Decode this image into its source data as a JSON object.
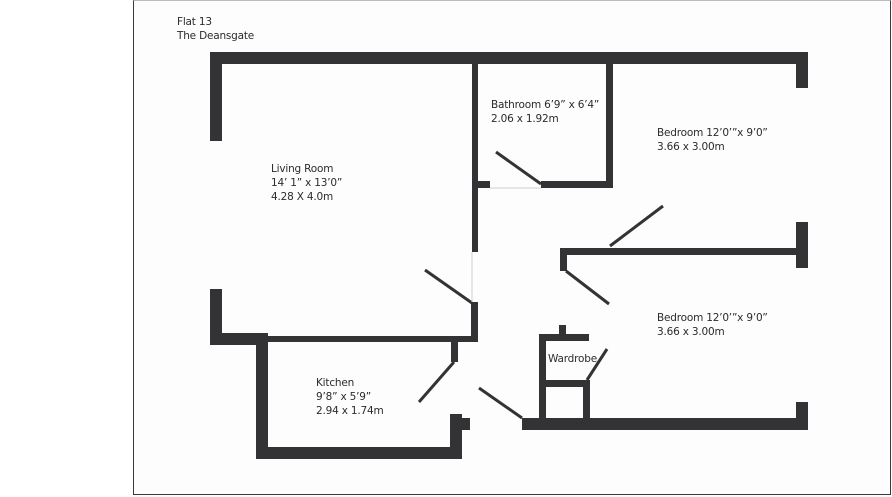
{
  "header": {
    "line1": "Flat 13",
    "line2": "The Deansgate"
  },
  "rooms": [
    {
      "id": "living-room",
      "name": "Living Room",
      "imperial": "14’ 1” x 13’0”",
      "metric": "4.28 X 4.0m"
    },
    {
      "id": "bathroom",
      "name": "Bathroom 6’9” x 6’4”",
      "metric": "2.06 x 1.92m"
    },
    {
      "id": "bedroom-1",
      "name": "Bedroom  12’0’”x 9’0”",
      "metric": "3.66 x 3.00m"
    },
    {
      "id": "bedroom-2",
      "name": "Bedroom  12’0’”x 9’0”",
      "metric": "3.66 x 3.00m"
    },
    {
      "id": "kitchen",
      "name": "Kitchen",
      "imperial": "9’8”  x 5’9”",
      "metric": "2.94 x 1.74m"
    },
    {
      "id": "wardrobe",
      "name": "Wardrobe"
    }
  ],
  "colors": {
    "wall": "#333335",
    "background": "#fdfdfd",
    "text": "#2b2b2d",
    "frame": "#3a3a3c"
  }
}
